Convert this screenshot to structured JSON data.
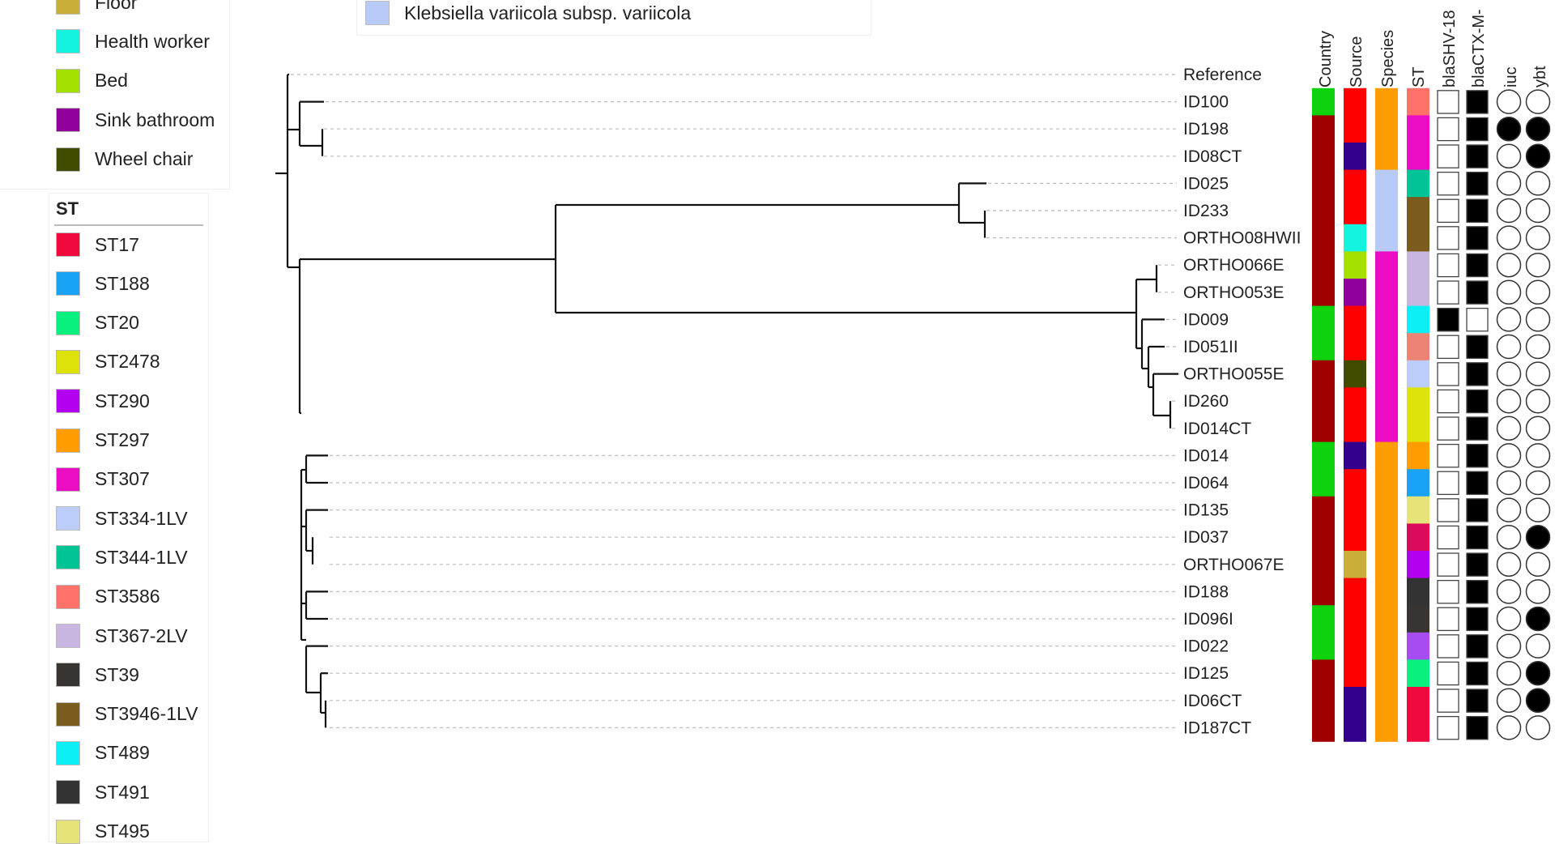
{
  "source_legend": {
    "items": [
      {
        "label": "Floor",
        "color": "#c9ae3a"
      },
      {
        "label": "Health worker",
        "color": "#14f2e0"
      },
      {
        "label": "Bed",
        "color": "#a4e000"
      },
      {
        "label": "Sink bathroom",
        "color": "#8e0099"
      },
      {
        "label": "Wheel chair",
        "color": "#424c00"
      }
    ]
  },
  "species_legend": {
    "items": [
      {
        "label": "Klebsiella variicola subsp. variicola",
        "color": "#b8caf8"
      }
    ]
  },
  "st_legend": {
    "title": "ST",
    "items": [
      {
        "label": "ST17",
        "color": "#f0093c"
      },
      {
        "label": "ST188",
        "color": "#1aa2f5"
      },
      {
        "label": "ST20",
        "color": "#0af07e"
      },
      {
        "label": "ST2478",
        "color": "#dde30a"
      },
      {
        "label": "ST290",
        "color": "#b400f0"
      },
      {
        "label": "ST297",
        "color": "#ff9c00"
      },
      {
        "label": "ST307",
        "color": "#eb0cc3"
      },
      {
        "label": "ST334-1LV",
        "color": "#bccdfb"
      },
      {
        "label": "ST344-1LV",
        "color": "#00c496"
      },
      {
        "label": "ST3586",
        "color": "#ff7169"
      },
      {
        "label": "ST367-2LV",
        "color": "#c8b5e0"
      },
      {
        "label": "ST39",
        "color": "#383432"
      },
      {
        "label": "ST3946-1LV",
        "color": "#7a5c1e"
      },
      {
        "label": "ST489",
        "color": "#0cf0f5"
      },
      {
        "label": "ST491",
        "color": "#333333"
      },
      {
        "label": "ST495",
        "color": "#e6e37a"
      }
    ]
  },
  "columns": [
    "Country",
    "Source",
    "Species",
    "ST",
    "blaSHV-18",
    "blaCTX-M-",
    "iuc",
    "ybt"
  ],
  "taxa": [
    {
      "id": "Reference",
      "country": null,
      "source": null,
      "species": null,
      "st": null,
      "shv": null,
      "ctx": null,
      "iuc": null,
      "ybt": null
    },
    {
      "id": "ID100",
      "country": "#0fd20f",
      "source": "#ff0000",
      "species": "#ff9c00",
      "st": "#ff7169",
      "shv": 0,
      "ctx": 1,
      "iuc": 0,
      "ybt": 0
    },
    {
      "id": "ID198",
      "country": "#a00000",
      "source": "#ff0000",
      "species": "#ff9c00",
      "st": "#eb0cc3",
      "shv": 0,
      "ctx": 1,
      "iuc": 1,
      "ybt": 1
    },
    {
      "id": "ID08CT",
      "country": "#a00000",
      "source": "#32008c",
      "species": "#ff9c00",
      "st": "#eb0cc3",
      "shv": 0,
      "ctx": 1,
      "iuc": 0,
      "ybt": 1
    },
    {
      "id": "ID025",
      "country": "#a00000",
      "source": "#ff0000",
      "species": "#b8caf8",
      "st": "#00c496",
      "shv": 0,
      "ctx": 1,
      "iuc": 0,
      "ybt": 0
    },
    {
      "id": "ID233",
      "country": "#a00000",
      "source": "#ff0000",
      "species": "#b8caf8",
      "st": "#7a5c1e",
      "shv": 0,
      "ctx": 1,
      "iuc": 0,
      "ybt": 0
    },
    {
      "id": "ORTHO08HWII",
      "country": "#a00000",
      "source": "#14f2e0",
      "species": "#b8caf8",
      "st": "#7a5c1e",
      "shv": 0,
      "ctx": 1,
      "iuc": 0,
      "ybt": 0
    },
    {
      "id": "ORTHO066E",
      "country": "#a00000",
      "source": "#a4e000",
      "species": "#eb0cc3",
      "st": "#c8b5e0",
      "shv": 0,
      "ctx": 1,
      "iuc": 0,
      "ybt": 0
    },
    {
      "id": "ORTHO053E",
      "country": "#a00000",
      "source": "#8e0099",
      "species": "#eb0cc3",
      "st": "#c8b5e0",
      "shv": 0,
      "ctx": 1,
      "iuc": 0,
      "ybt": 0
    },
    {
      "id": "ID009",
      "country": "#0fd20f",
      "source": "#ff0000",
      "species": "#eb0cc3",
      "st": "#0cf0f5",
      "shv": 1,
      "ctx": 0,
      "iuc": 0,
      "ybt": 0
    },
    {
      "id": "ID051II",
      "country": "#0fd20f",
      "source": "#ff0000",
      "species": "#eb0cc3",
      "st": "#eb8474",
      "shv": 0,
      "ctx": 1,
      "iuc": 0,
      "ybt": 0
    },
    {
      "id": "ORTHO055E",
      "country": "#a00000",
      "source": "#424c00",
      "species": "#eb0cc3",
      "st": "#bccdfb",
      "shv": 0,
      "ctx": 1,
      "iuc": 0,
      "ybt": 0
    },
    {
      "id": "ID260",
      "country": "#a00000",
      "source": "#ff0000",
      "species": "#eb0cc3",
      "st": "#dde30a",
      "shv": 0,
      "ctx": 1,
      "iuc": 0,
      "ybt": 0
    },
    {
      "id": "ID014CT",
      "country": "#a00000",
      "source": "#ff0000",
      "species": "#eb0cc3",
      "st": "#dde30a",
      "shv": 0,
      "ctx": 1,
      "iuc": 0,
      "ybt": 0
    },
    {
      "id": "ID014",
      "country": "#0fd20f",
      "source": "#32008c",
      "species": "#ff9c00",
      "st": "#ff9c00",
      "shv": 0,
      "ctx": 1,
      "iuc": 0,
      "ybt": 0
    },
    {
      "id": "ID064",
      "country": "#0fd20f",
      "source": "#ff0000",
      "species": "#ff9c00",
      "st": "#1aa2f5",
      "shv": 0,
      "ctx": 1,
      "iuc": 0,
      "ybt": 0
    },
    {
      "id": "ID135",
      "country": "#a00000",
      "source": "#ff0000",
      "species": "#ff9c00",
      "st": "#e6e37a",
      "shv": 0,
      "ctx": 1,
      "iuc": 0,
      "ybt": 0
    },
    {
      "id": "ID037",
      "country": "#a00000",
      "source": "#ff0000",
      "species": "#ff9c00",
      "st": "#dc0a5a",
      "shv": 0,
      "ctx": 1,
      "iuc": 0,
      "ybt": 1
    },
    {
      "id": "ORTHO067E",
      "country": "#a00000",
      "source": "#c9ae3a",
      "species": "#ff9c00",
      "st": "#b400f0",
      "shv": 0,
      "ctx": 1,
      "iuc": 0,
      "ybt": 0
    },
    {
      "id": "ID188",
      "country": "#a00000",
      "source": "#ff0000",
      "species": "#ff9c00",
      "st": "#333333",
      "shv": 0,
      "ctx": 1,
      "iuc": 0,
      "ybt": 0
    },
    {
      "id": "ID096I",
      "country": "#0fd20f",
      "source": "#ff0000",
      "species": "#ff9c00",
      "st": "#383432",
      "shv": 0,
      "ctx": 1,
      "iuc": 0,
      "ybt": 1
    },
    {
      "id": "ID022",
      "country": "#0fd20f",
      "source": "#ff0000",
      "species": "#ff9c00",
      "st": "#a64cf0",
      "shv": 0,
      "ctx": 1,
      "iuc": 0,
      "ybt": 0
    },
    {
      "id": "ID125",
      "country": "#a00000",
      "source": "#ff0000",
      "species": "#ff9c00",
      "st": "#0af07e",
      "shv": 0,
      "ctx": 1,
      "iuc": 0,
      "ybt": 1
    },
    {
      "id": "ID06CT",
      "country": "#a00000",
      "source": "#32008c",
      "species": "#ff9c00",
      "st": "#f0093c",
      "shv": 0,
      "ctx": 1,
      "iuc": 0,
      "ybt": 1
    },
    {
      "id": "ID187CT",
      "country": "#a00000",
      "source": "#32008c",
      "species": "#ff9c00",
      "st": "#f0093c",
      "shv": 0,
      "ctx": 1,
      "iuc": 0,
      "ybt": 0
    }
  ]
}
